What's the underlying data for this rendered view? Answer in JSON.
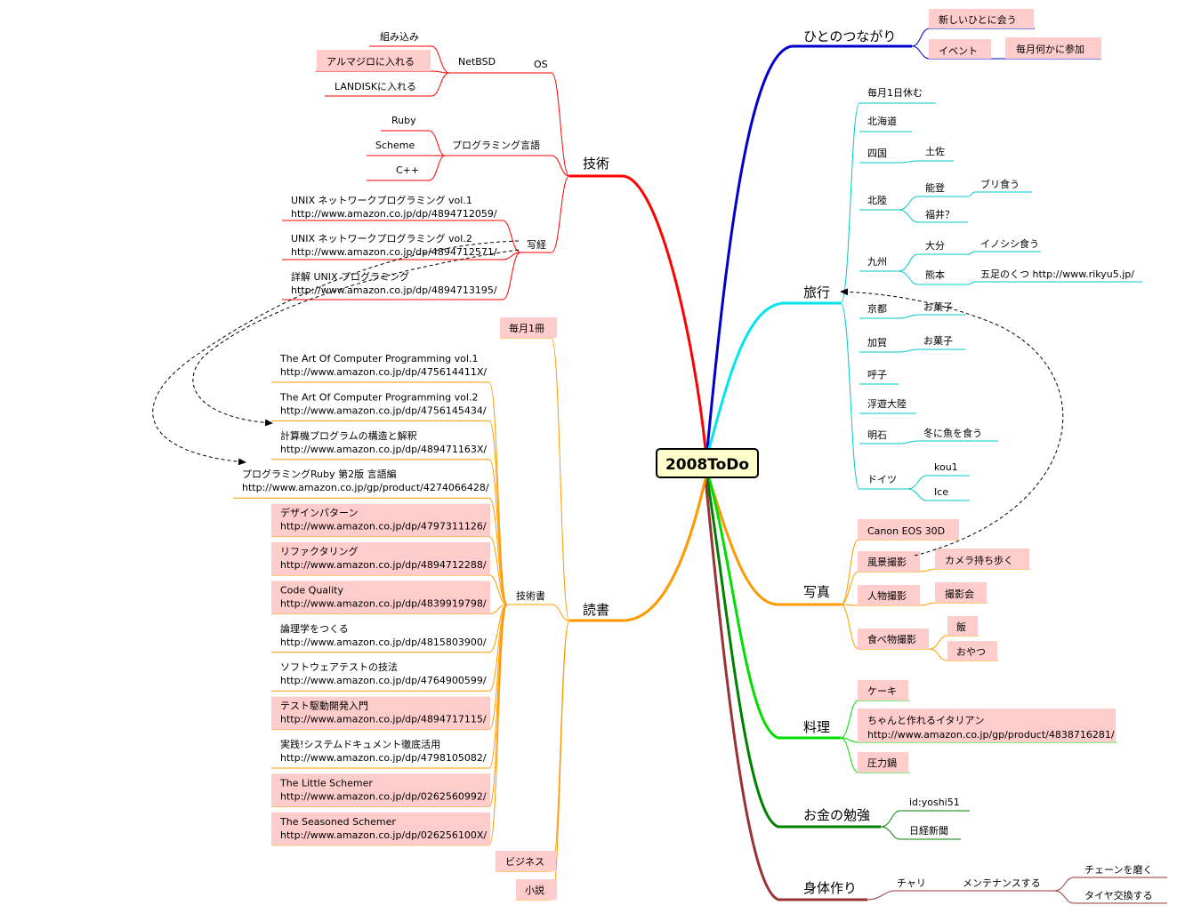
{
  "root": "2008ToDo",
  "colors": {
    "hito": "#0000cc",
    "travel": "#00e5ee",
    "photo": "#ff9900",
    "cook": "#00dd00",
    "money": "#008000",
    "body": "#993333",
    "tech": "#ff0000",
    "read": "#ff9900",
    "child": "#00c8c8",
    "highlight": "#ffcccc",
    "root_fill": "#ffffcc"
  },
  "hito": {
    "label": "ひとのつながり",
    "meet": "新しいひとに会う",
    "event": "イベント",
    "monthly": "毎月何かに参加"
  },
  "travel": {
    "label": "旅行",
    "items": {
      "day_off": "毎月1日休む",
      "hokkaido": "北海道",
      "shikoku": "四国",
      "tosa": "土佐",
      "hokuriku": "北陸",
      "noto": "能登",
      "buri": "ブリ食う",
      "fukui": "福井？",
      "kyushu": "九州",
      "oita": "大分",
      "inoshishi": "イノシシ食う",
      "kumamoto": "熊本",
      "gosoku": "五足のくつ http://www.rikyu5.jp/",
      "kyoto": "京都",
      "kyoto_sweets": "お菓子",
      "kaga": "加賀",
      "kaga_sweets": "お菓子",
      "yobuko": "呼子",
      "ukishima": "浮遊大陸",
      "akashi": "明石",
      "fish": "冬に魚を食う",
      "germany": "ドイツ",
      "kou1": "kou1",
      "ice": "Ice"
    }
  },
  "photo": {
    "label": "写真",
    "camera": "Canon EOS 30D",
    "landscape": "風景撮影",
    "walk": "カメラ持ち歩く",
    "people": "人物撮影",
    "session": "撮影会",
    "food": "食べ物撮影",
    "meal": "飯",
    "snack": "おやつ"
  },
  "cook": {
    "label": "料理",
    "cake": "ケーキ",
    "italian": "ちゃんと作れるイタリアン",
    "italian_url": "http://www.amazon.co.jp/gp/product/4838716281/",
    "pot": "圧力鍋"
  },
  "money": {
    "label": "お金の勉強",
    "id": "id:yoshi51",
    "nikkei": "日経新聞"
  },
  "body": {
    "label": "身体作り",
    "bike": "チャリ",
    "maint": "メンテナンスする",
    "chain": "チェーンを磨く",
    "tire": "タイヤ交換する"
  },
  "tech": {
    "label": "技術",
    "os": "OS",
    "netbsd": "NetBSD",
    "embedded": "組み込み",
    "armadillo": "アルマジロに入れる",
    "landisk": "LANDISKに入れる",
    "prog_lang": "プログラミング言語",
    "ruby": "Ruby",
    "scheme": "Scheme",
    "cpp": "C++",
    "shakyo": "写経",
    "unp1": "UNIX ネットワークプログラミング vol.1",
    "unp1_url": "http://www.amazon.co.jp/dp/4894712059/",
    "unp2": "UNIX ネットワークプログラミング vol.2",
    "unp2_url": "http://www.amazon.co.jp/dp/4894712571/",
    "unix": "詳解 UNIX プログラミング",
    "unix_url": "http://www.amazon.co.jp/dp/4894713195/"
  },
  "read": {
    "label": "読書",
    "monthly": "毎月1冊",
    "tech_books": "技術書",
    "business": "ビジネス",
    "novel": "小説",
    "books": [
      {
        "title": "The Art Of Computer Programming vol.1",
        "url": "http://www.amazon.co.jp/dp/475614411X/"
      },
      {
        "title": "The Art Of Computer Programming vol.2",
        "url": "http://www.amazon.co.jp/dp/4756145434/"
      },
      {
        "title": "計算機プログラムの構造と解釈",
        "url": "http://www.amazon.co.jp/dp/489471163X/"
      },
      {
        "title": "プログラミングRuby 第2版 言語編",
        "url": "http://www.amazon.co.jp/gp/product/4274066428/"
      },
      {
        "title": "デザインパターン",
        "url": "http://www.amazon.co.jp/dp/4797311126/"
      },
      {
        "title": "リファクタリング",
        "url": "http://www.amazon.co.jp/dp/4894712288/"
      },
      {
        "title": "Code Quality",
        "url": "http://www.amazon.co.jp/dp/4839919798/"
      },
      {
        "title": "論理学をつくる",
        "url": "http://www.amazon.co.jp/dp/4815803900/"
      },
      {
        "title": "ソフトウェアテストの技法",
        "url": "http://www.amazon.co.jp/dp/4764900599/"
      },
      {
        "title": "テスト駆動開発入門",
        "url": "http://www.amazon.co.jp/dp/4894717115/"
      },
      {
        "title": "実践!システムドキュメント徹底活用",
        "url": "http://www.amazon.co.jp/dp/4798105082/"
      },
      {
        "title": "The Little Schemer",
        "url": "http://www.amazon.co.jp/dp/0262560992/"
      },
      {
        "title": "The Seasoned Schemer",
        "url": "http://www.amazon.co.jp/dp/026256100X/"
      }
    ]
  }
}
